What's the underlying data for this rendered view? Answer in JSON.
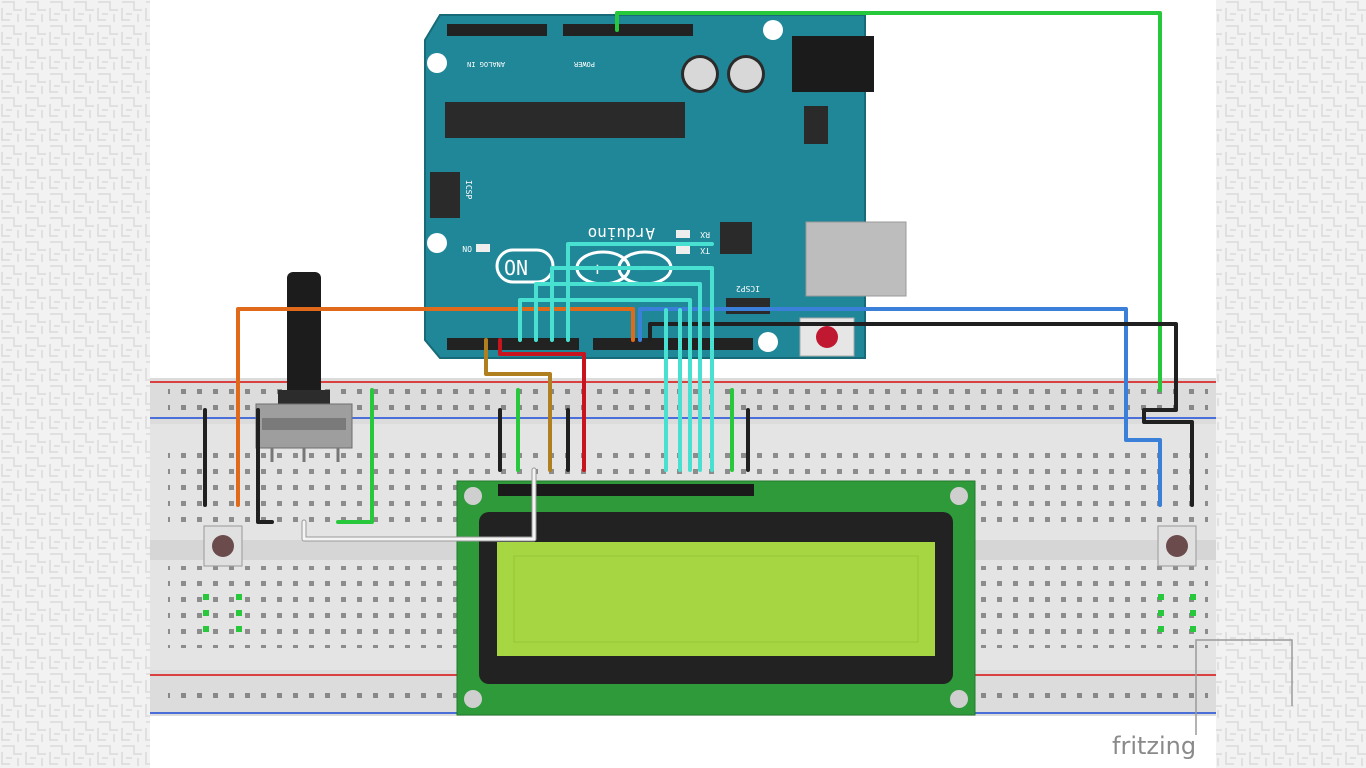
{
  "arduino": {
    "brand": "Arduino",
    "logo_text": "ON",
    "header_analog": "ANALOG IN",
    "header_power": "POWER",
    "icsp_label": "ICSP",
    "icsp2_label": "ICSP2",
    "on_led_label": "ON",
    "tx_label": "TX",
    "rx_label": "RX"
  },
  "watermark": {
    "text": "fritzing"
  },
  "colors": {
    "board": "#1f8798",
    "lcd_pcb": "#2e9a3a",
    "lcd_screen": "#a6d641",
    "wire_green": "#28c83c",
    "wire_orange": "#e06a1a",
    "wire_blue": "#3a7fd8",
    "wire_black": "#202020",
    "wire_cyan": "#48e0d0",
    "wire_red": "#c8141e",
    "wire_brown": "#b08020",
    "wire_white": "#f4f4f4"
  }
}
